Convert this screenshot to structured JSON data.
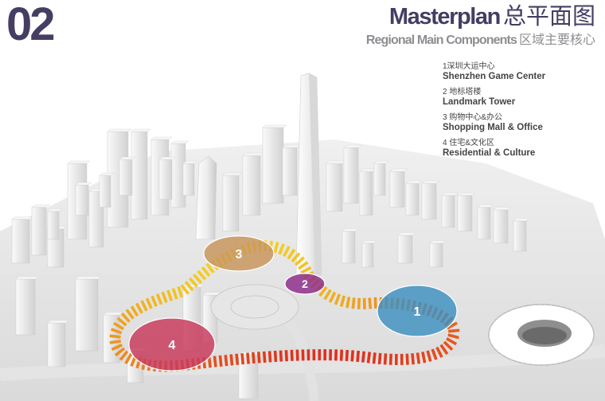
{
  "page_number": "02",
  "title": {
    "en": "Masterplan",
    "cn": "总平面图",
    "sub_en": "Regional Main Components",
    "sub_cn": "区域主要核心"
  },
  "legend": [
    {
      "cn": "1深圳大运中心",
      "en": "Shenzhen Game Center"
    },
    {
      "cn": "2  地标塔楼",
      "en": "Landmark Tower"
    },
    {
      "cn": "3  购物中心&办公",
      "en": "Shopping Mall & Office"
    },
    {
      "cn": "4  住宅&文化区",
      "en": "Residential & Culture"
    }
  ],
  "zones": [
    {
      "label": "1",
      "color": "#3d8fbf"
    },
    {
      "label": "2",
      "color": "#8c2a8a"
    },
    {
      "label": "3",
      "color": "#c8945a"
    },
    {
      "label": "4",
      "color": "#c8385a"
    }
  ],
  "colors": {
    "heading": "#463d63",
    "subheading": "#8e8e92",
    "route_start": "#f5d020",
    "route_end": "#e0301e"
  }
}
